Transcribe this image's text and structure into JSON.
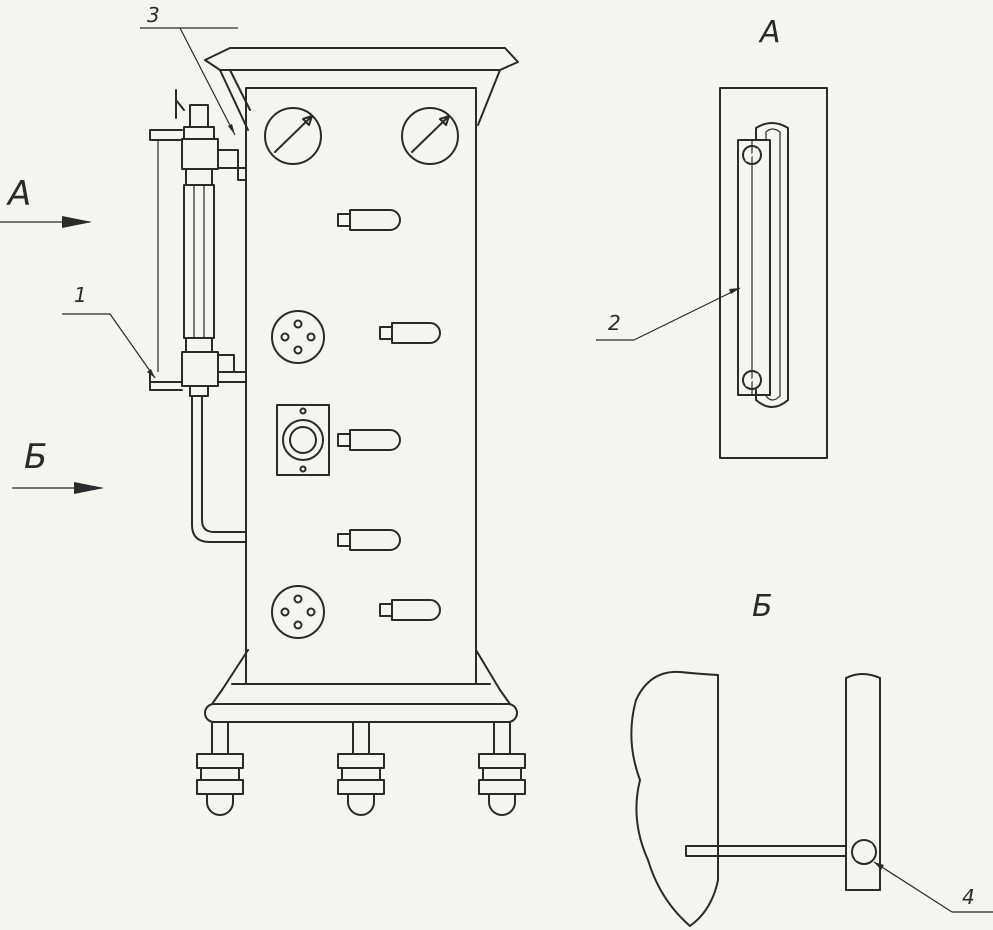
{
  "views": {
    "a_arrow_label": "А",
    "b_arrow_label": "Б",
    "a_view_title": "А",
    "b_view_title": "Б"
  },
  "callouts": {
    "c1": "1",
    "c2": "2",
    "c3": "3",
    "c4": "4"
  }
}
